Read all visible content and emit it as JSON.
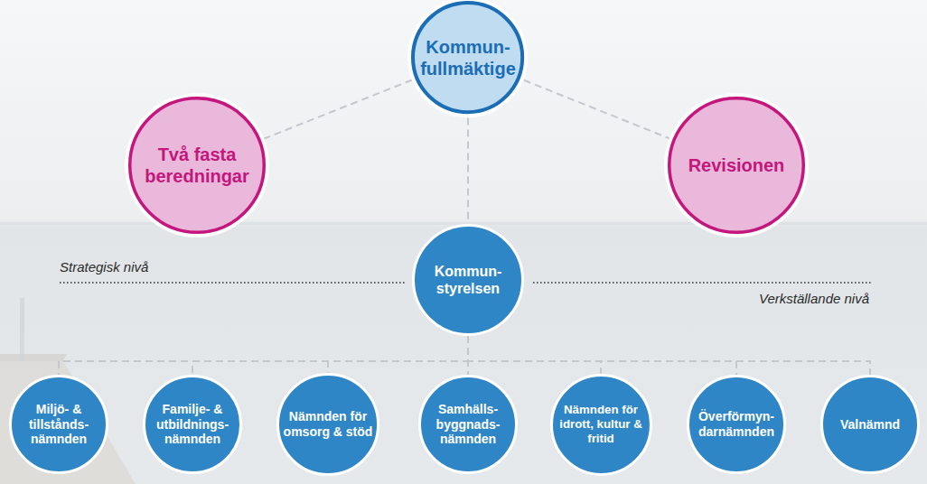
{
  "diagram": {
    "nodes": [
      {
        "text": [
          "Kommun- fullmäktige"
        ]
      },
      {
        "text": [
          "Två fasta beredningar"
        ]
      },
      {
        "text": [
          "Revisionen"
        ]
      },
      {
        "text": [
          "Kommun- styrelsen"
        ]
      },
      {
        "text": [
          "Miljö- & tillstånds- nämnden"
        ]
      },
      {
        "text": [
          "Familje- & utbildnings- nämnden"
        ]
      },
      {
        "text": [
          "Nämnden för omsorg & stöd"
        ]
      },
      {
        "text": [
          "Samhälls- byggnads- nämnden"
        ]
      },
      {
        "text": [
          "Nämnden för idrott, kultur & fritid"
        ]
      },
      {
        "text": [
          "Överförmyn- darnämnden"
        ]
      },
      {
        "text": [
          "Valnämnd"
        ]
      }
    ],
    "edges": [
      {
        "from": 0,
        "to": 1,
        "arrow": "none"
      },
      {
        "from": 0,
        "to": 2,
        "arrow": "none"
      },
      {
        "from": 0,
        "to": 3,
        "arrow": "none"
      },
      {
        "from": 3,
        "to": 4,
        "arrow": "none"
      },
      {
        "from": 3,
        "to": 5,
        "arrow": "none"
      },
      {
        "from": 3,
        "to": 6,
        "arrow": "none"
      },
      {
        "from": 3,
        "to": 7,
        "arrow": "none"
      },
      {
        "from": 3,
        "to": 8,
        "arrow": "none"
      },
      {
        "from": 3,
        "to": 9,
        "arrow": "none"
      },
      {
        "from": 3,
        "to": 10,
        "arrow": "none"
      }
    ],
    "labels": [
      "Strategisk nivå",
      "Verkställande nivå"
    ]
  }
}
